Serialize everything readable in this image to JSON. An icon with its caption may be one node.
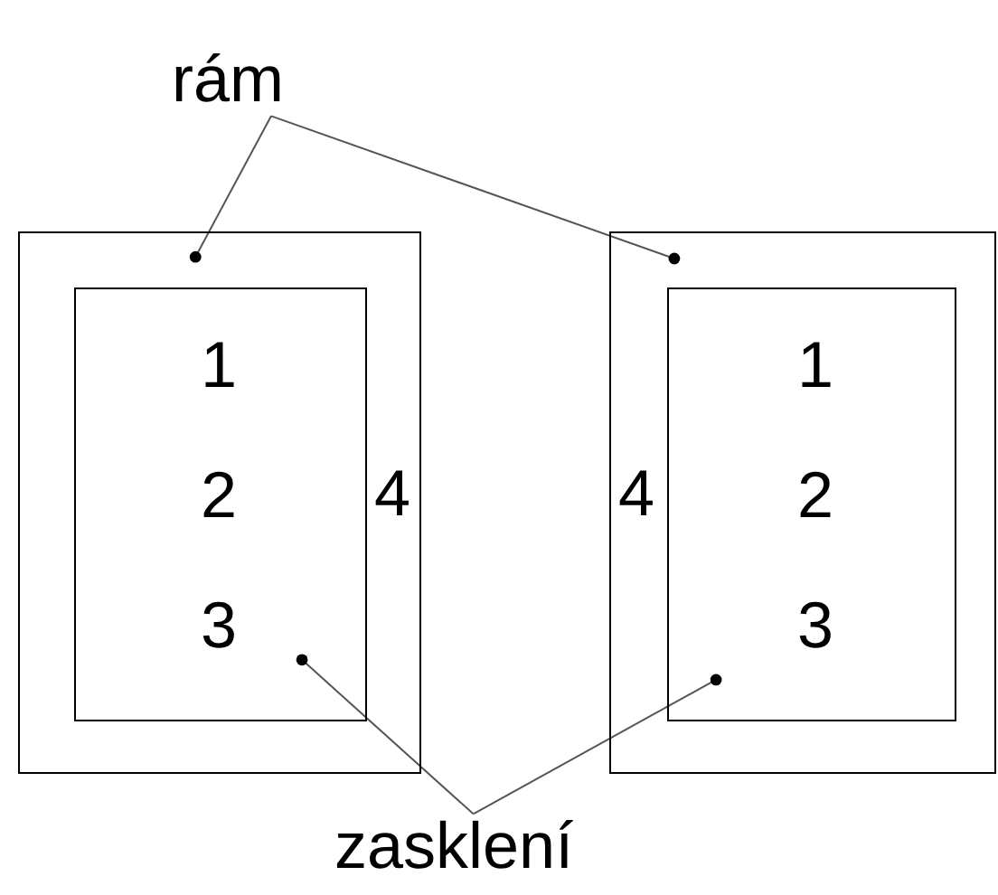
{
  "diagram": {
    "nodes": [
      {
        "text": [
          "rám"
        ]
      },
      {
        "text": [
          "4"
        ]
      },
      {
        "text": [
          "1",
          "2",
          "3"
        ],
        "in": 1
      },
      {
        "text": [
          "4"
        ]
      },
      {
        "text": [
          "1",
          "2",
          "3"
        ],
        "in": 3
      },
      {
        "text": [
          "zasklení"
        ]
      }
    ],
    "edges": [
      {
        "from": 0,
        "to": 1,
        "arrow": "other"
      },
      {
        "from": 0,
        "to": 3,
        "arrow": "other"
      },
      {
        "from": 5,
        "to": 2,
        "arrow": "other"
      },
      {
        "from": 5,
        "to": 4,
        "arrow": "other"
      }
    ]
  }
}
